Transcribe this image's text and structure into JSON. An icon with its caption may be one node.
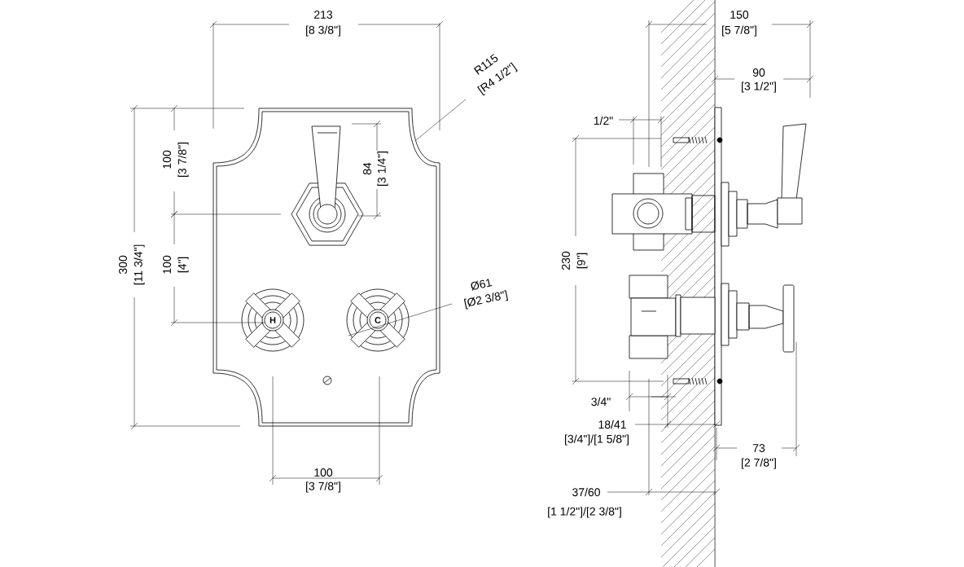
{
  "diagram": {
    "labels": [
      "213",
      "[8 3/8\"]",
      "150",
      "[5 7/8\"]",
      "R115",
      "[R4 1/2\"]",
      "90",
      "[3 1/2\"]",
      "1/2\"",
      "100",
      "[3 7/8\"]",
      "84",
      "[3 1/4\"]",
      "300",
      "[11 3/4\"]",
      "100",
      "[4\"]",
      "230",
      "[9\"]",
      "Ø61",
      "[Ø2 3/8\"]",
      "H",
      "C",
      "3/4\"",
      "18/41",
      "[3/4\"]/[1 5/8\"]",
      "73",
      "[2 7/8\"]",
      "100",
      "[3 7/8\"]",
      "37/60",
      "[1 1/2\"]/[2 3/8\"]"
    ]
  }
}
